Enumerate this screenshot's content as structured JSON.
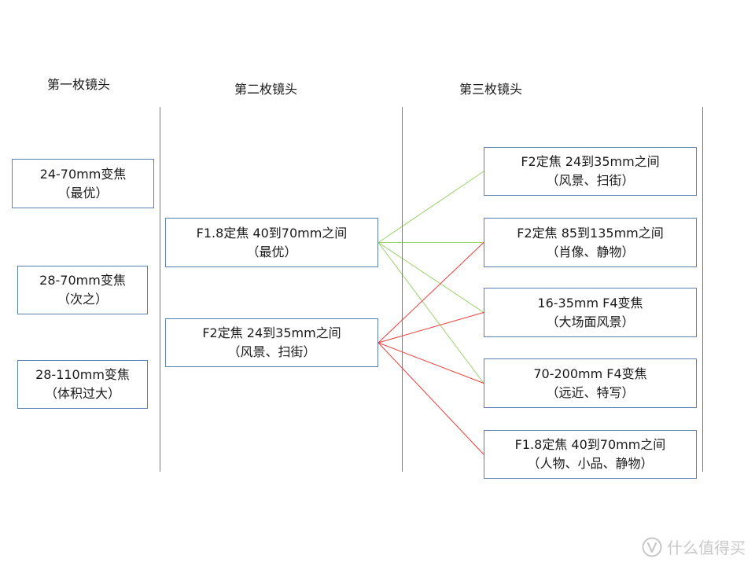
{
  "columns": {
    "first": {
      "title": "第一枚镜头"
    },
    "second": {
      "title": "第二枚镜头"
    },
    "third": {
      "title": "第三枚镜头"
    }
  },
  "first_lenses": [
    {
      "line1": "24-70mm变焦",
      "line2": "（最优）"
    },
    {
      "line1": "28-70mm变焦",
      "line2": "（次之）"
    },
    {
      "line1": "28-110mm变焦",
      "line2": "（体积过大）"
    }
  ],
  "second_lenses": [
    {
      "line1": "F1.8定焦 40到70mm之间",
      "line2": "（最优）"
    },
    {
      "line1": "F2定焦 24到35mm之间",
      "line2": "（风景、扫街）"
    }
  ],
  "third_lenses": [
    {
      "line1": "F2定焦 24到35mm之间",
      "line2": "（风景、扫街）"
    },
    {
      "line1": "F2定焦 85到135mm之间",
      "line2": "（肖像、静物）"
    },
    {
      "line1": "16-35mm F4变焦",
      "line2": "（大场面风景）"
    },
    {
      "line1": "70-200mm F4变焦",
      "line2": "（远近、特写）"
    },
    {
      "line1": "F1.8定焦 40到70mm之间",
      "line2": "（人物、小品、静物）"
    }
  ],
  "connections": [
    {
      "from": 0,
      "to": 0,
      "color": "#9bd26a"
    },
    {
      "from": 0,
      "to": 2,
      "color": "#9bd26a"
    },
    {
      "from": 0,
      "to": 3,
      "color": "#9bd26a"
    },
    {
      "from": 0,
      "to": 1,
      "color": "#9bd26a"
    },
    {
      "from": 1,
      "to": 1,
      "color": "#e8403a"
    },
    {
      "from": 1,
      "to": 2,
      "color": "#e8403a"
    },
    {
      "from": 1,
      "to": 3,
      "color": "#e8403a"
    },
    {
      "from": 1,
      "to": 4,
      "color": "#e8403a"
    }
  ],
  "watermark": {
    "text": "什么值得买",
    "icon": "value-logo-icon"
  }
}
